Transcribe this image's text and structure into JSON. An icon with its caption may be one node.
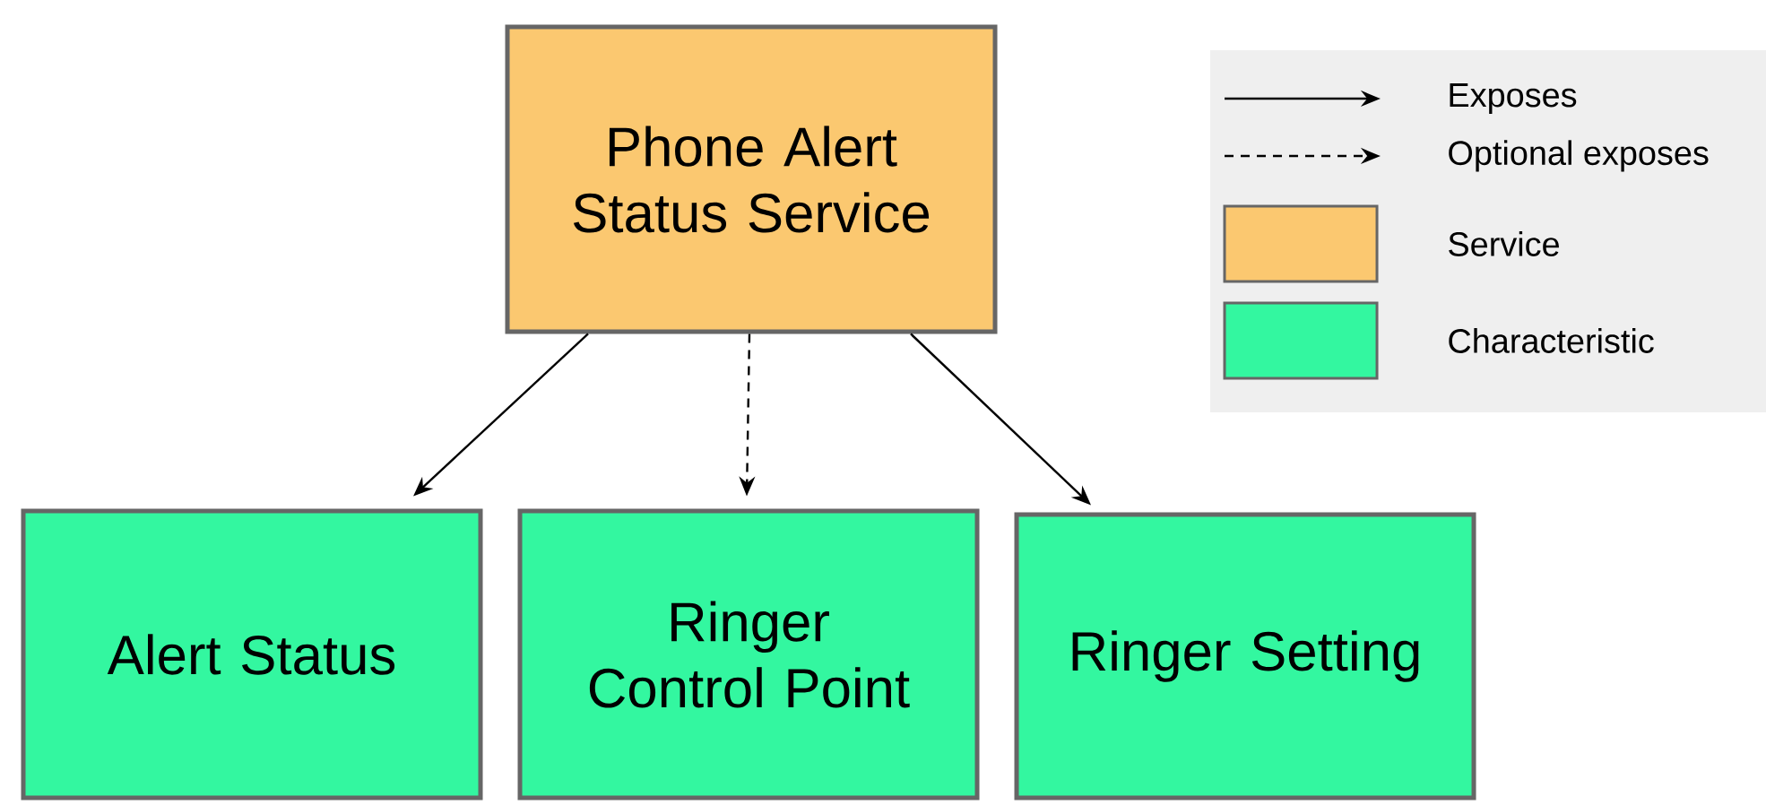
{
  "diagram": {
    "nodes": [
      {
        "text": [
          "Phone Alert Status Service"
        ]
      },
      {
        "text": [
          "Alert Status"
        ]
      },
      {
        "text": [
          "Ringer Control Point"
        ]
      },
      {
        "text": [
          "Ringer Setting"
        ]
      }
    ],
    "edges": [
      {
        "from": 0,
        "to": 1,
        "arrow": "to"
      },
      {
        "from": 0,
        "to": 2,
        "arrow": "to",
        "style": "dashed"
      },
      {
        "from": 0,
        "to": 3,
        "arrow": "to"
      }
    ],
    "legend": [
      {
        "text": "Exposes"
      },
      {
        "text": "Optional exposes"
      },
      {
        "text": "Service",
        "color": "#fbc870"
      },
      {
        "text": "Characteristic",
        "color": "#33f7a0"
      }
    ]
  }
}
